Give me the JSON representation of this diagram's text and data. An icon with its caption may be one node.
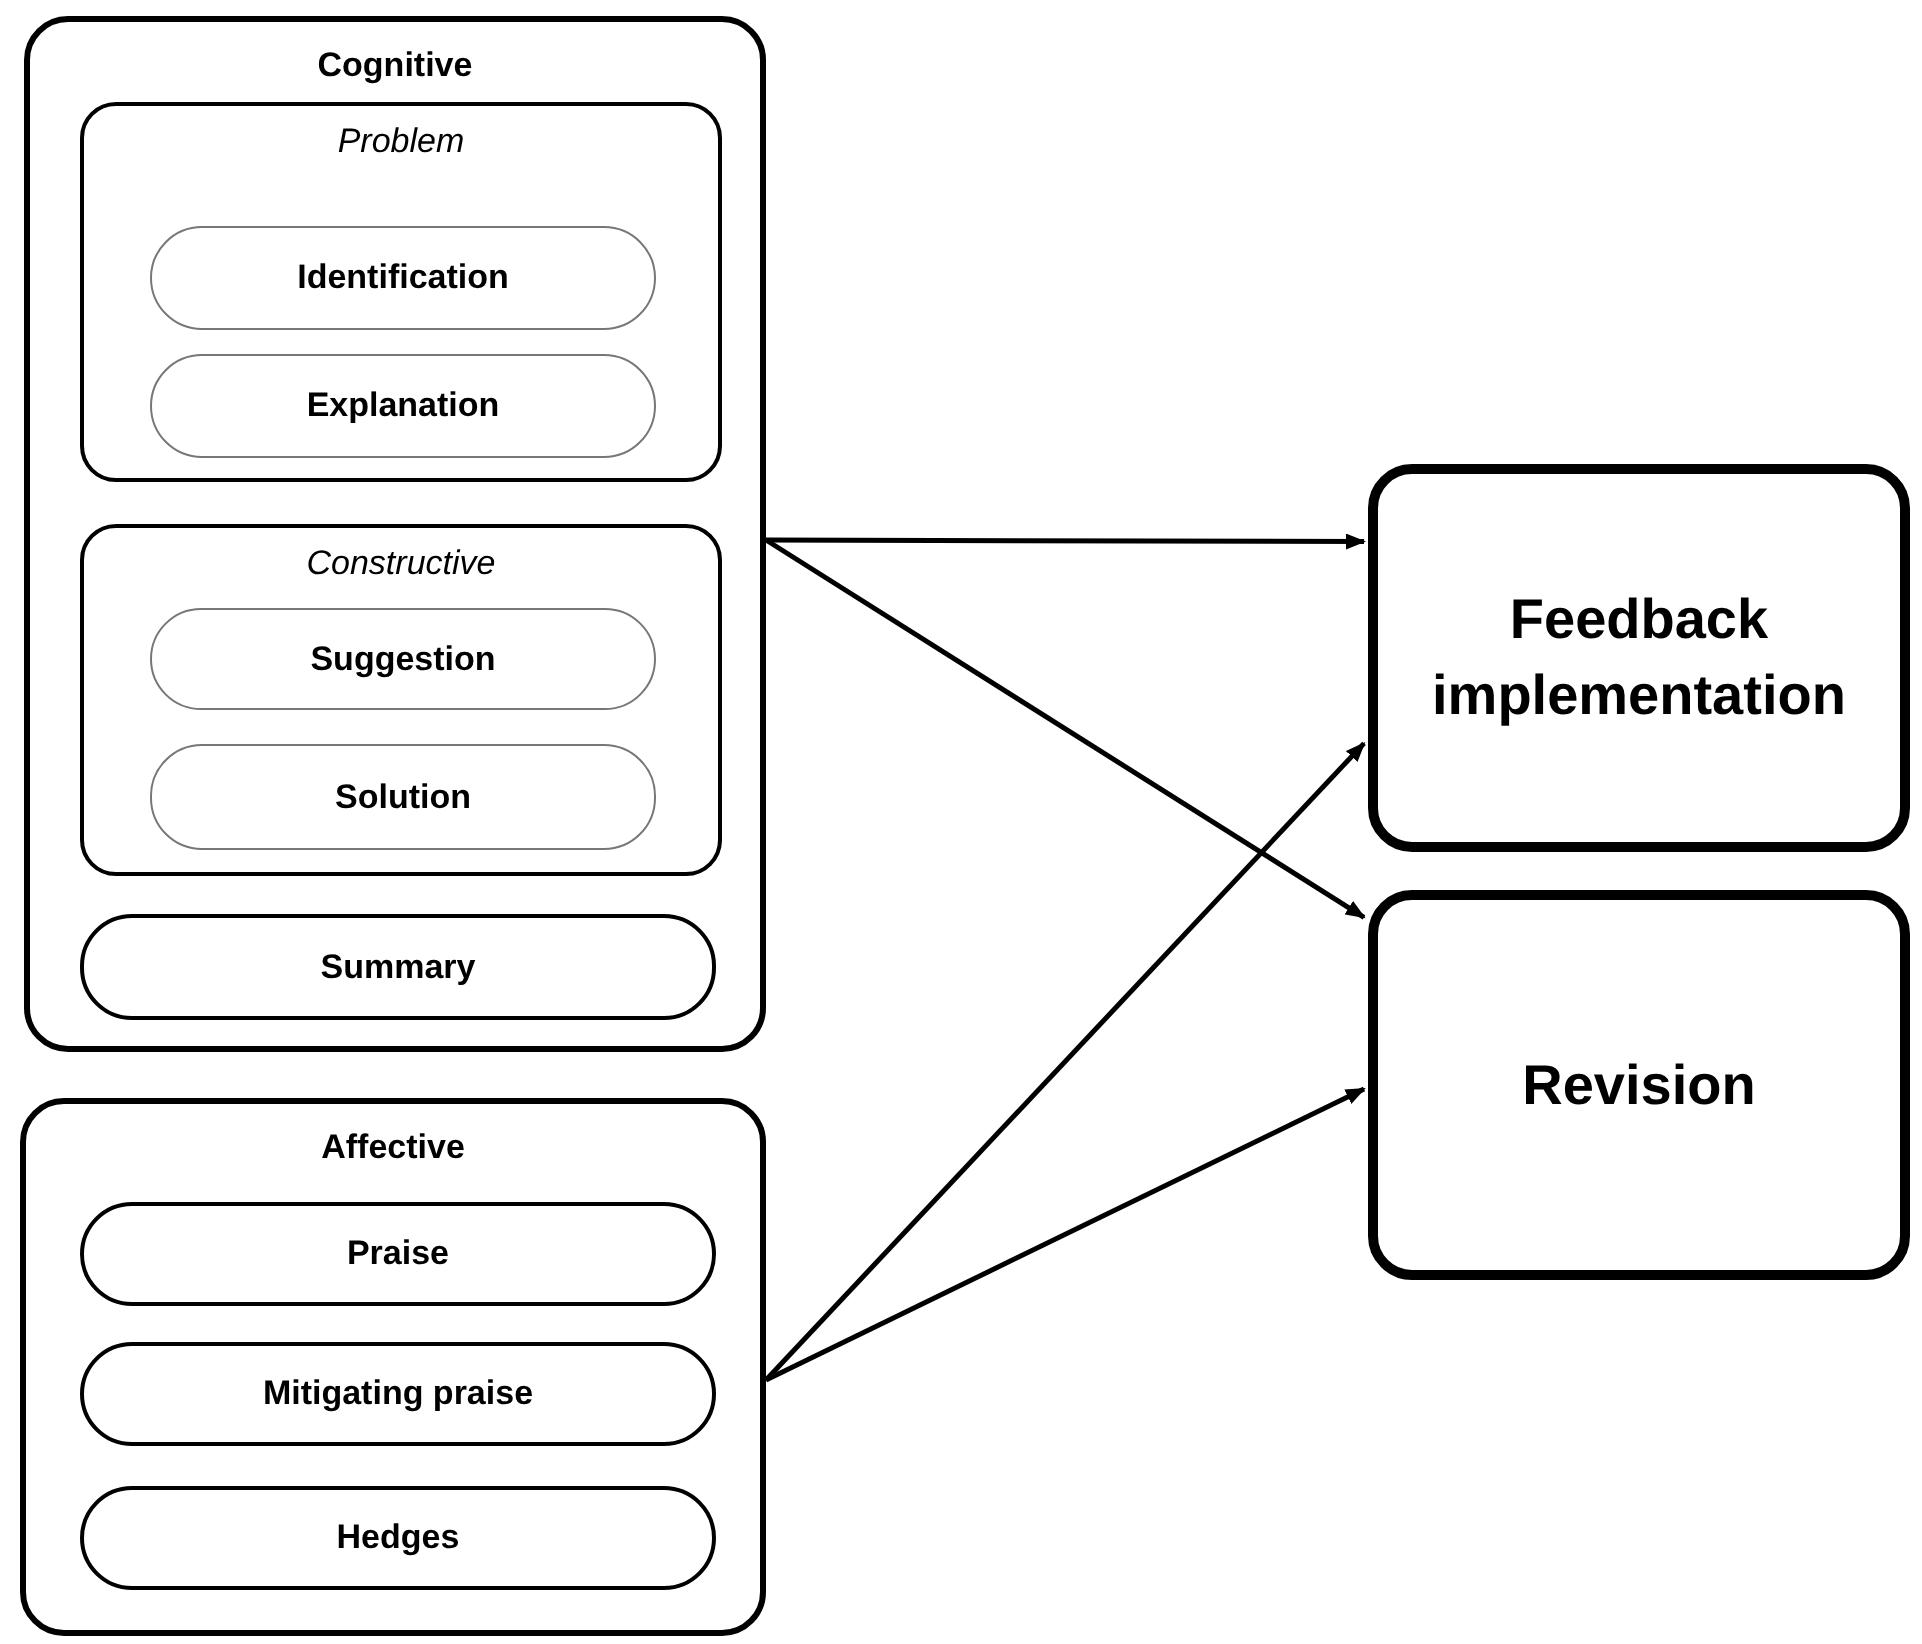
{
  "diagram": {
    "nodes": [
      {
        "text": [
          "Cognitive"
        ]
      },
      {
        "text": [
          "Problem"
        ],
        "in": 0
      },
      {
        "text": [
          "Identification"
        ],
        "in": 1
      },
      {
        "text": [
          "Explanation"
        ],
        "in": 1
      },
      {
        "text": [
          "Constructive"
        ],
        "in": 0
      },
      {
        "text": [
          "Suggestion"
        ],
        "in": 4
      },
      {
        "text": [
          "Solution"
        ],
        "in": 4
      },
      {
        "text": [
          "Summary"
        ],
        "in": 0
      },
      {
        "text": [
          "Affective"
        ]
      },
      {
        "text": [
          "Praise"
        ],
        "in": 8
      },
      {
        "text": [
          "Mitigating praise"
        ],
        "in": 8
      },
      {
        "text": [
          "Hedges"
        ],
        "in": 8
      },
      {
        "text": [
          "Feedback implementation"
        ]
      },
      {
        "text": [
          "Revision"
        ]
      }
    ],
    "edges": [
      {
        "from": 0,
        "to": 12,
        "arrow": "to"
      },
      {
        "from": 0,
        "to": 13,
        "arrow": "to"
      },
      {
        "from": 8,
        "to": 12,
        "arrow": "to"
      },
      {
        "from": 8,
        "to": 13,
        "arrow": "to"
      }
    ]
  }
}
